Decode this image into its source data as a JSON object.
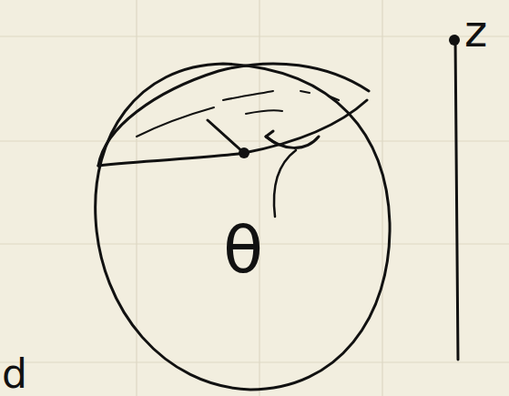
{
  "diagram": {
    "labels": [
      "θ",
      "z",
      "d"
    ]
  }
}
